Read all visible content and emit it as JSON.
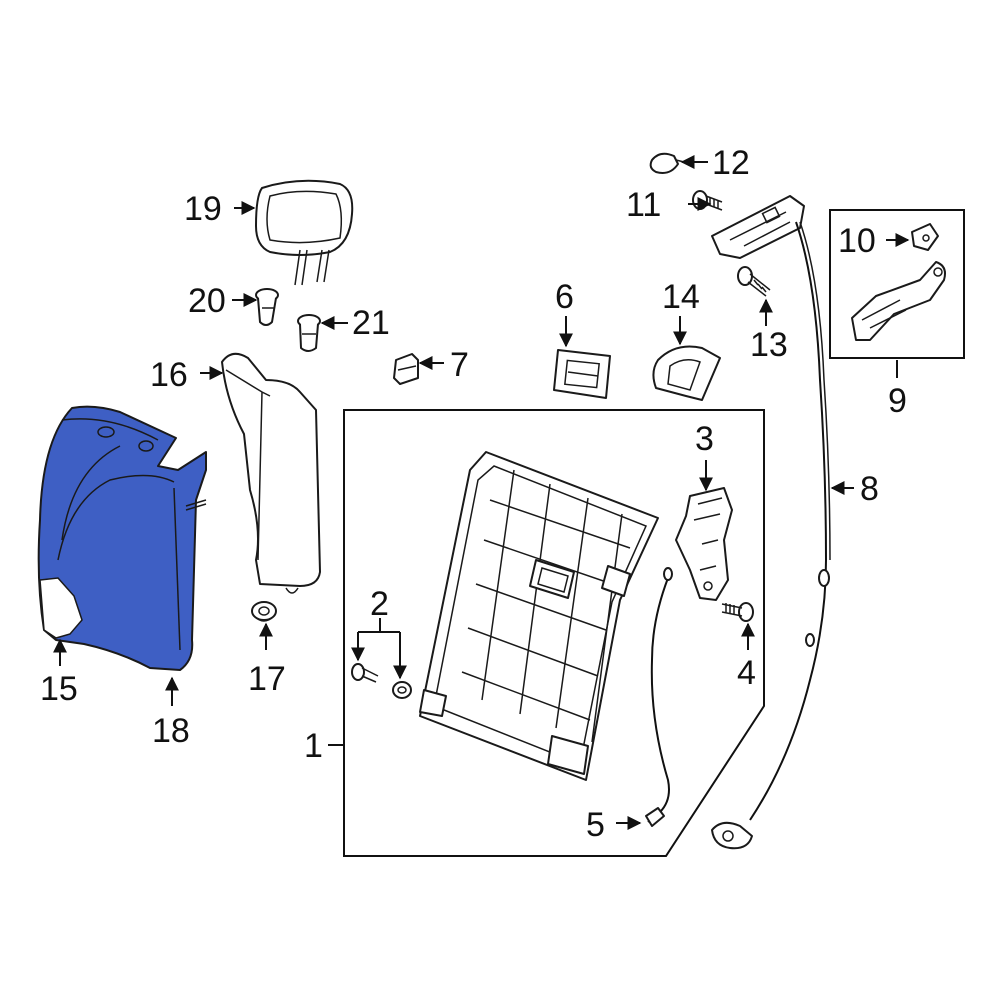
{
  "colors": {
    "highlight": "#3e5fc4",
    "line": "#1a1a1a",
    "background": "#ffffff"
  },
  "callouts": {
    "c1": "1",
    "c2": "2",
    "c3": "3",
    "c4": "4",
    "c5": "5",
    "c6": "6",
    "c7": "7",
    "c8": "8",
    "c9": "9",
    "c10": "10",
    "c11": "11",
    "c12": "12",
    "c13": "13",
    "c14": "14",
    "c15": "15",
    "c16": "16",
    "c17": "17",
    "c18": "18",
    "c19": "19",
    "c20": "20",
    "c21": "21"
  },
  "highlighted_part": "18"
}
